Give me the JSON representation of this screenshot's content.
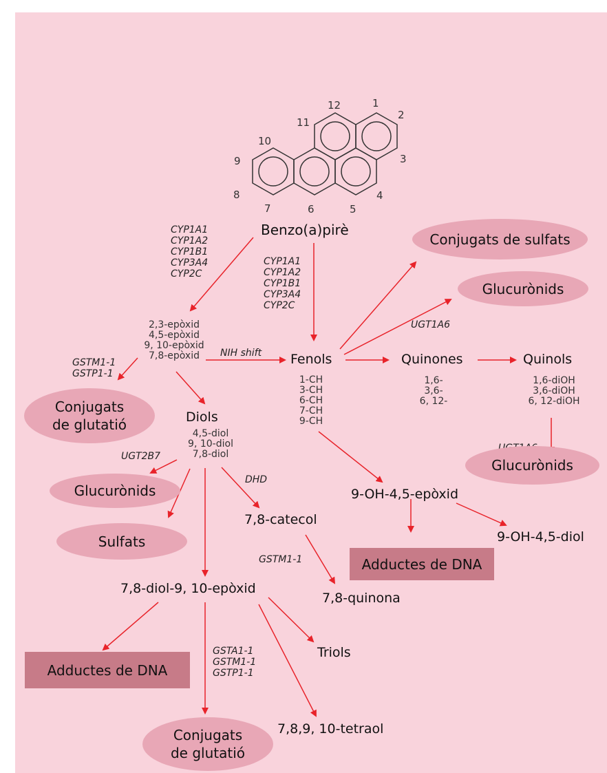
{
  "molecule": {
    "name": "Benzo(a)pirè",
    "positions": [
      "12",
      "1",
      "2",
      "3",
      "4",
      "5",
      "6",
      "7",
      "8",
      "9",
      "10",
      "11"
    ]
  },
  "enzymes": {
    "cyp_left": [
      "CYP1A1",
      "CYP1A2",
      "CYP1B1",
      "CYP3A4",
      "CYP2C"
    ],
    "cyp_mid": [
      "CYP1A1",
      "CYP1A2",
      "CYP1B1",
      "CYP3A4",
      "CYP2C"
    ],
    "gst_left": [
      "GSTM1-1",
      "GSTP1-1"
    ],
    "nih_shift": "NIH shift",
    "ugt1a6_top": "UGT1A6",
    "ugt1a6_right": "UGT1A6",
    "ugt2b7": "UGT2B7",
    "dhd": "DHD",
    "gstm_catechol": "GSTM1-1",
    "gst_bottom": [
      "GSTA1-1",
      "GSTM1-1",
      "GSTP1-1"
    ]
  },
  "epoxides": [
    "2,3-epòxid",
    "4,5-epòxid",
    "9, 10-epòxid",
    "7,8-epòxid"
  ],
  "fenols": {
    "title": "Fenols",
    "items": [
      "1-CH",
      "3-CH",
      "6-CH",
      "7-CH",
      "9-CH"
    ]
  },
  "quinones": {
    "title": "Quinones",
    "items": [
      "1,6-",
      "3,6-",
      "6, 12-"
    ]
  },
  "quinols": {
    "title": "Quinols",
    "items": [
      "1,6-diOH",
      "3,6-diOH",
      "6, 12-diOH"
    ]
  },
  "diols": {
    "title": "Diols",
    "items": [
      "4,5-diol",
      "9, 10-diol",
      "7,8-diol"
    ]
  },
  "labels": {
    "oh_epoxid": "9-OH-4,5-epòxid",
    "oh_diol": "9-OH-4,5-diol",
    "catecol": "7,8-catecol",
    "quinona": "7,8-quinona",
    "diol_epoxid": "7,8-diol-9, 10-epòxid",
    "triols": "Triols",
    "tetraol": "7,8,9, 10-tetraol"
  },
  "ellipses": {
    "sulfat_conj": "Conjugats de sulfats",
    "gluc_top": "Glucurònids",
    "glut_left": [
      "Conjugats",
      "de glutatió"
    ],
    "gluc_right": "Glucurònids",
    "gluc_left": "Glucurònids",
    "sulfats": "Sulfats",
    "glut_bottom": [
      "Conjugats",
      "de glutatió"
    ]
  },
  "boxes": {
    "adducts_right": "Adductes de DNA",
    "adducts_left": "Adductes de DNA"
  },
  "colors": {
    "background": "#f9d3dc",
    "ellipse": "#e8a7b6",
    "box": "#c77b88",
    "arrow": "#e8232a"
  }
}
